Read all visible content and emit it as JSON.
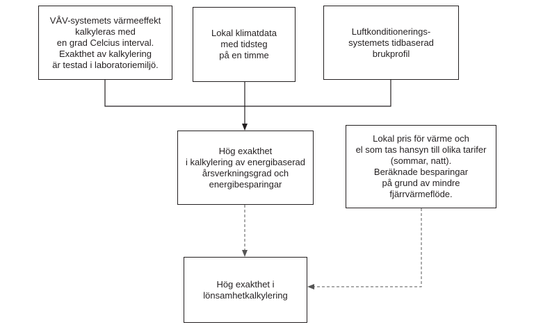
{
  "diagram": {
    "nodes": [
      {
        "id": "a",
        "lines": [
          "VÅV-systemets värmeeffekt",
          "kalkyleras med",
          "en grad Celcius interval.",
          "Exakthet av kalkylering",
          "är testad i laboratoriemiljö."
        ]
      },
      {
        "id": "b",
        "lines": [
          "Lokal klimatdata",
          "med tidsteg",
          "på en timme"
        ]
      },
      {
        "id": "c",
        "lines": [
          "Luftkonditionerings-",
          "systemets tidbaserad",
          "brukprofil"
        ]
      },
      {
        "id": "d",
        "lines": [
          "Hög exakthet",
          "i kalkylering av energibaserad",
          "årsverkningsgrad och",
          "energibesparingar"
        ]
      },
      {
        "id": "e",
        "lines": [
          "Lokal pris för värme och",
          "el som tas hansyn till olika tarifer",
          "(sommar, natt).",
          "Beräknade besparingar",
          "på grund av mindre",
          "fjärrvärmeflöde."
        ]
      },
      {
        "id": "f",
        "lines": [
          "Hög exakthet i",
          "lönsamhetkalkylering"
        ]
      }
    ],
    "edges": [
      {
        "from": "a",
        "to": "d",
        "style": "solid"
      },
      {
        "from": "b",
        "to": "d",
        "style": "solid"
      },
      {
        "from": "c",
        "to": "d",
        "style": "solid"
      },
      {
        "from": "d",
        "to": "f",
        "style": "dashed"
      },
      {
        "from": "e",
        "to": "f",
        "style": "dashed"
      }
    ],
    "colors": {
      "line": "#231f20",
      "dashed_line": "#555555",
      "background": "#ffffff"
    }
  }
}
